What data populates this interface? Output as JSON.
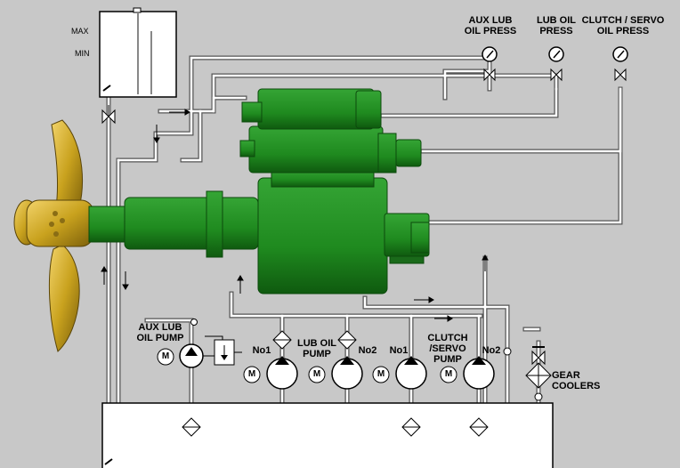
{
  "tank_levels": {
    "max": "MAX",
    "min": "MIN"
  },
  "gauges": {
    "aux_lub": "AUX LUB\nOIL PRESS",
    "lub_oil": "LUB OIL\nPRESS",
    "clutch_servo": "CLUTCH / SERVO\nOIL PRESS"
  },
  "pumps": {
    "aux_lub_oil_pump": "AUX LUB\nOIL PUMP",
    "lub_oil_pump": "LUB OIL\nPUMP",
    "clutch_servo_pump": "CLUTCH\n/SERVO\nPUMP",
    "no1": "No1",
    "no2": "No2",
    "motor": "M"
  },
  "gear_coolers": "GEAR\nCOOLERS",
  "colors": {
    "background": "#c8c8c8",
    "gearbox": "#1f8a1f",
    "propeller": "#c9a21e",
    "pipe": "#ffffff"
  }
}
